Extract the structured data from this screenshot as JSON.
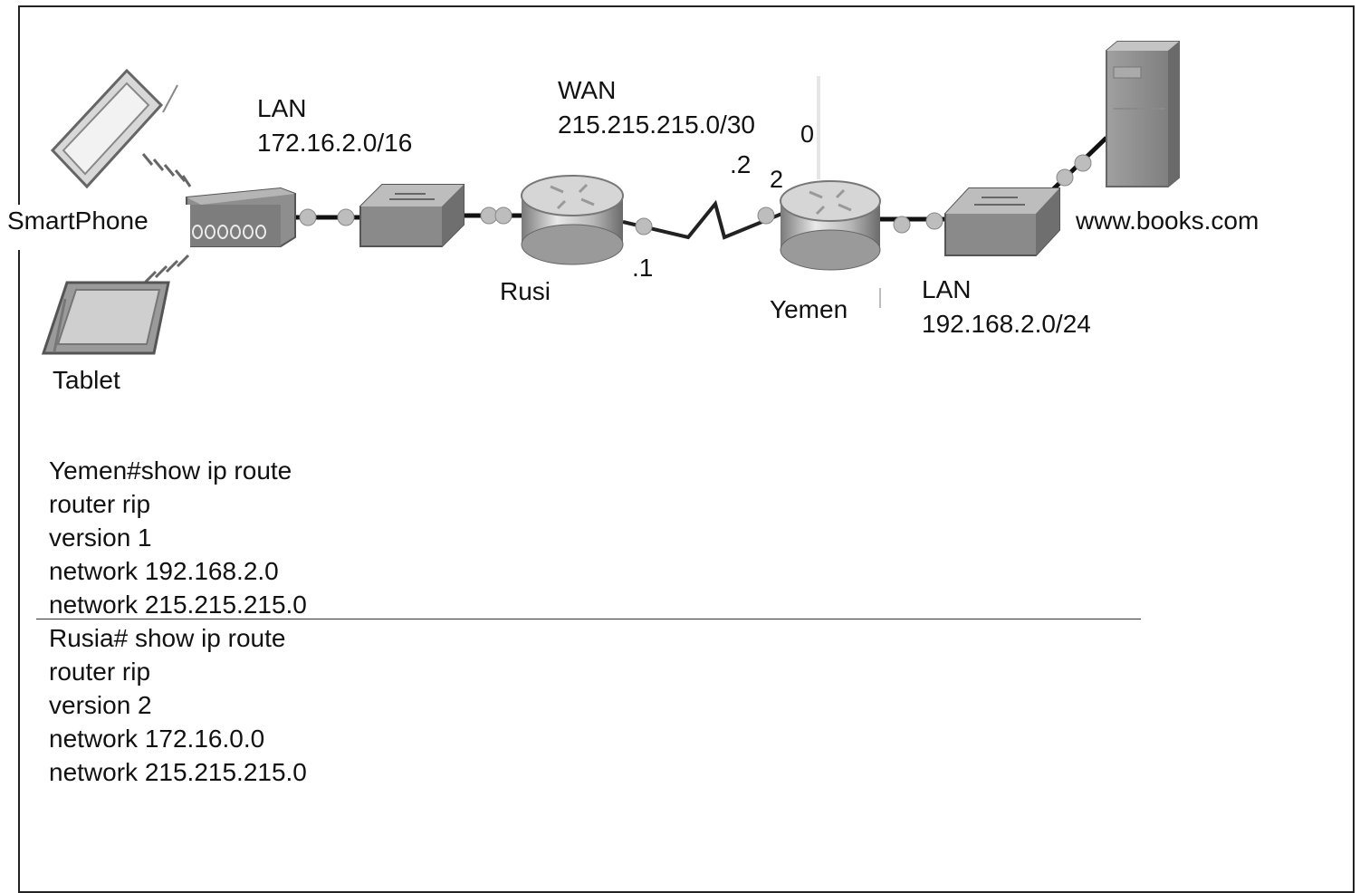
{
  "labels": {
    "lan_left_title": "LAN",
    "lan_left_subnet": "172.16.2.0/16",
    "wan_title": "WAN",
    "wan_subnet": "215.215.215.0/30",
    "wan_left_ip": ".1",
    "wan_right_ip": ".2",
    "stray_digit_0": "0",
    "stray_digit_2": "2",
    "router_left": "Rusi",
    "router_right": "Yemen",
    "lan_right_title": "LAN",
    "lan_right_subnet": "192.168.2.0/24",
    "smartphone": "SmartPhone",
    "tablet": "Tablet",
    "server": "www.books.com"
  },
  "yemen_config": [
    "Yemen#show ip route",
    "router rip",
    "version 1",
    "network 192.168.2.0",
    "network 215.215.215.0"
  ],
  "rusia_config": [
    "Rusia# show ip route",
    "router rip",
    "version 2",
    "network 172.16.0.0",
    "network 215.215.215.0"
  ]
}
